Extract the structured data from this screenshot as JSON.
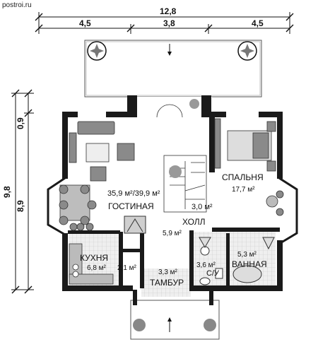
{
  "watermark": "postroi.ru",
  "dimensions": {
    "total_width": "12,8",
    "seg_left": "4,5",
    "seg_mid": "3,8",
    "seg_right": "4,5",
    "total_height": "9,8",
    "height_main": "8,9",
    "height_top": "0,9"
  },
  "rooms": {
    "living": {
      "area": "35,9 м²/39,9 м²",
      "name": "ГОСТИНАЯ"
    },
    "bedroom": {
      "name": "СПАЛЬНЯ",
      "area": "17,7 м²"
    },
    "hall": {
      "name": "ХОЛЛ",
      "area": "5,9 м²"
    },
    "stair": {
      "area": "3,0 м²"
    },
    "kitchen": {
      "name": "КУХНЯ",
      "area": "6,8 м²"
    },
    "pantry": {
      "area": "2,1 м²"
    },
    "vestibule": {
      "area": "3,3 м²",
      "name": "ТАМБУР"
    },
    "wc": {
      "area": "3,6 м²",
      "name": "С/У"
    },
    "bath": {
      "area": "5,3 м²",
      "name": "ВАННАЯ"
    }
  },
  "colors": {
    "wall": "#1a1a1a",
    "floor_wood": "#ffffff",
    "tile": "#e9e9e9",
    "furniture": "#8a8a8a",
    "terrace": "#ffffff"
  }
}
